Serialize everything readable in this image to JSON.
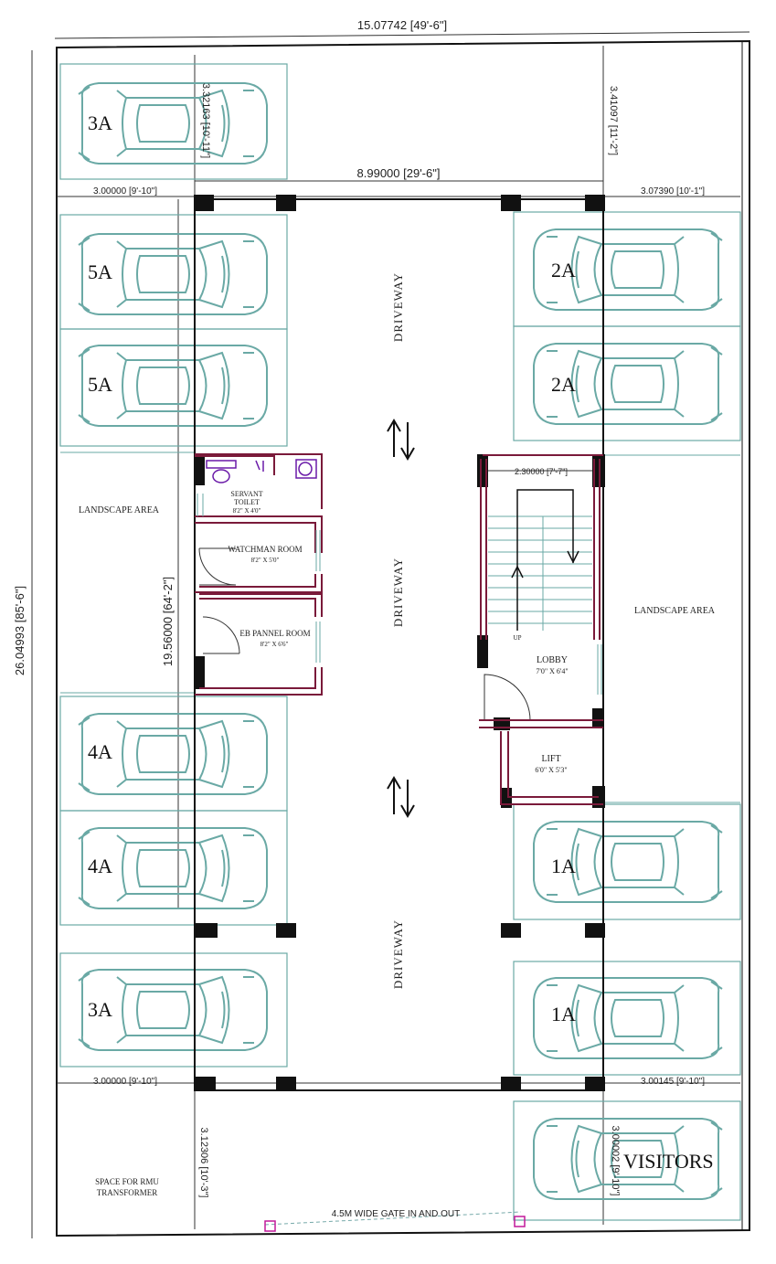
{
  "dimensions": {
    "overall_width": "15.07742 [49'-6\"]",
    "overall_height": "26.04993 [85'-6\"]",
    "top_left_depth": "3.32163 [10'-11\"]",
    "top_right_depth": "3.41097 [11'-2\"]",
    "center_width": "8.99000 [29'-6\"]",
    "left_width_top": "3.00000 [9'-10\"]",
    "right_width_top": "3.07390 [10'-1\"]",
    "inner_height": "19.56000 [64'-2\"]",
    "lobby_width": "2.30000 [7'-7\"]",
    "left_width_bottom": "3.00000 [9'-10\"]",
    "right_width_bottom": "3.00145 [9'-10\"]",
    "bottom_left_depth": "3.12306 [10'-3\"]",
    "bottom_right_depth": "3.00002 [9'-10\"]"
  },
  "parking": {
    "top_left": "3A",
    "left_1": "5A",
    "left_2": "5A",
    "left_3": "4A",
    "left_4": "4A",
    "left_5": "3A",
    "right_1": "2A",
    "right_2": "2A",
    "right_3": "1A",
    "right_4": "1A",
    "visitors": "VISITORS"
  },
  "rooms": {
    "servant_toilet": "SERVANT\nTOILET",
    "servant_toilet_l1": "SERVANT",
    "servant_toilet_l2": "TOILET",
    "servant_toilet_size": "8'2\" X 4'0\"",
    "watchman": "WATCHMAN ROOM",
    "watchman_size": "8'2\" X 5'0\"",
    "eb_panel": "EB PANNEL ROOM",
    "eb_panel_size": "8'2\" X 6'6\"",
    "lobby": "LOBBY",
    "lobby_size": "7'0\" X 6'4\"",
    "lift": "LIFT",
    "lift_size": "6'0\" X 5'3\"",
    "stair_up": "UP"
  },
  "areas": {
    "landscape_left": "LANDSCAPE AREA",
    "landscape_right": "LANDSCAPE AREA",
    "rmu_l1": "SPACE FOR RMU",
    "rmu_l2": "TRANSFORMER",
    "gate": "4.5M WIDE GATE IN AND OUT",
    "driveway_1": "DRIVEWAY",
    "driveway_2": "DRIVEWAY",
    "driveway_3": "DRIVEWAY"
  },
  "colors": {
    "wall": "#7a1a3a",
    "column": "#111111",
    "car": "#6aa9a5",
    "outline": "#111111",
    "gate": "#c2189a"
  }
}
